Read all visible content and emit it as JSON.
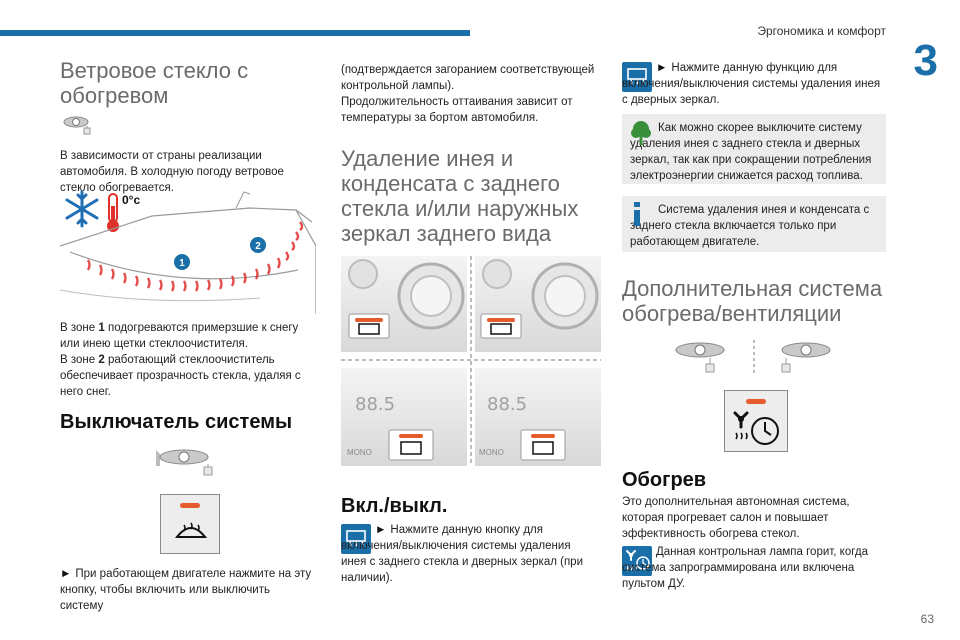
{
  "header": {
    "section_title": "Эргономика и комфорт",
    "chapter_number": "3",
    "page_number": "63"
  },
  "col1": {
    "title": "Ветровое стекло с обогревом",
    "intro": "В зависимости от страны реализации автомобиля. В холодную погоду ветровое стекло обогревается.",
    "figure": {
      "temp_label": "0°c",
      "zone1": "1",
      "zone2": "2"
    },
    "zone_text_1a": "В зоне ",
    "zone_text_1b": "1",
    "zone_text_1c": " подогреваются примерзшие к снегу или инею щетки стеклоочистителя.",
    "zone_text_2a": "В зоне ",
    "zone_text_2b": "2",
    "zone_text_2c": " работающий стеклоочиститель обеспечивает прозрачность стекла, удаляя с него снег.",
    "switch_title": "Выключатель системы",
    "switch_text": "При работающем двигателе нажмите на эту кнопку, чтобы включить или выключить систему"
  },
  "col2": {
    "cont_text": "(подтверждается загоранием соответствующей контрольной лампы).",
    "duration_text": "Продолжительность оттаивания зависит от температуры за бортом автомобиля.",
    "title": "Удаление инея и конденсата с заднего стекла и/или наружных зеркал заднего вида",
    "panel": {
      "display": "88.5",
      "mono_left": "MONO",
      "mono_right": "MONO"
    },
    "onoff_title": "Вкл./выкл.",
    "onoff_text": "Нажмите данную кнопку для включения/выключения системы удаления инея с заднего стекла и дверных зеркал (при наличии)."
  },
  "col3": {
    "press_text": "Нажмите данную функцию для включения/выключения системы удаления инея с дверных зеркал.",
    "eco_note": "Как можно скорее выключите систему удаления инея с заднего стекла и дверных зеркал, так как при сокращении потребления электроэнергии снижается расход топлива.",
    "info_note": "Система удаления инея и конденсата с заднего стекла включается только при работающем двигателе.",
    "title": "Дополнительная система обогрева/вентиляции",
    "heating_title": "Обогрев",
    "heating_text": "Это дополнительная автономная система, которая прогревает салон и повышает эффективность обогрева стекол.",
    "lamp_text": "Данная контрольная лампа горит, когда система запрограммирована или включена пультом ДУ."
  },
  "colors": {
    "accent": "#1b6fa8",
    "led": "#e65b2e",
    "note_bg": "#ececec",
    "snow": "#1f6fb5",
    "heat": "#e0302b"
  }
}
